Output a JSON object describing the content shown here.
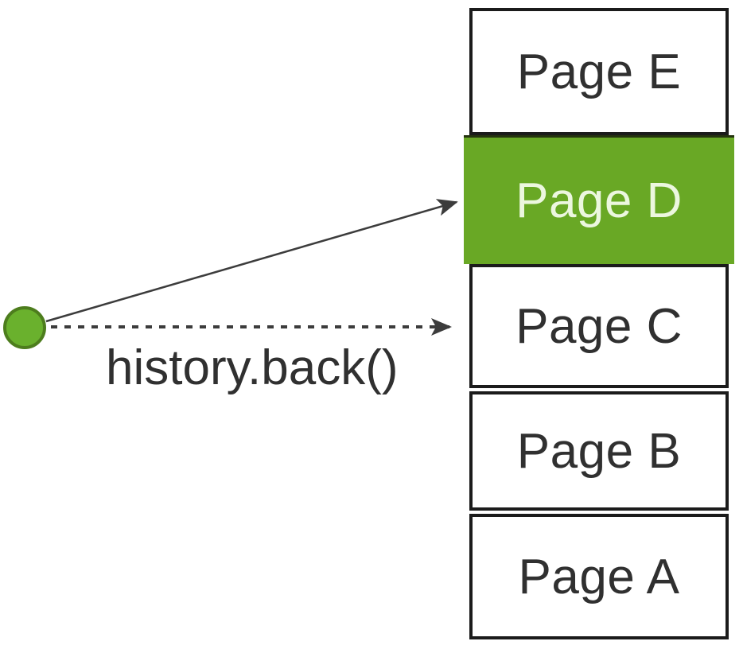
{
  "history_stack": {
    "pages": [
      {
        "label": "Page E",
        "state": "default"
      },
      {
        "label": "Page D",
        "state": "current"
      },
      {
        "label": "Page C",
        "state": "back-target"
      },
      {
        "label": "Page B",
        "state": "default"
      },
      {
        "label": "Page A",
        "state": "default"
      }
    ]
  },
  "annotation": {
    "label": "history.back()"
  },
  "icons": {
    "current_position_dot": "filled green circle",
    "current_page_arrow": "solid black arrow pointing to Page D",
    "history_back_arrow": "dashed black arrow pointing to Page C"
  },
  "colors": {
    "accent_green": "#69a825",
    "accent_green_text": "#ecf7df",
    "dot_green": "#6ab12d",
    "dot_border_green": "#4d7d1d",
    "box_border": "#1b1b1b",
    "text_dark": "#303030",
    "arrow_color": "#3c3c3c",
    "background": "#ffffff"
  }
}
